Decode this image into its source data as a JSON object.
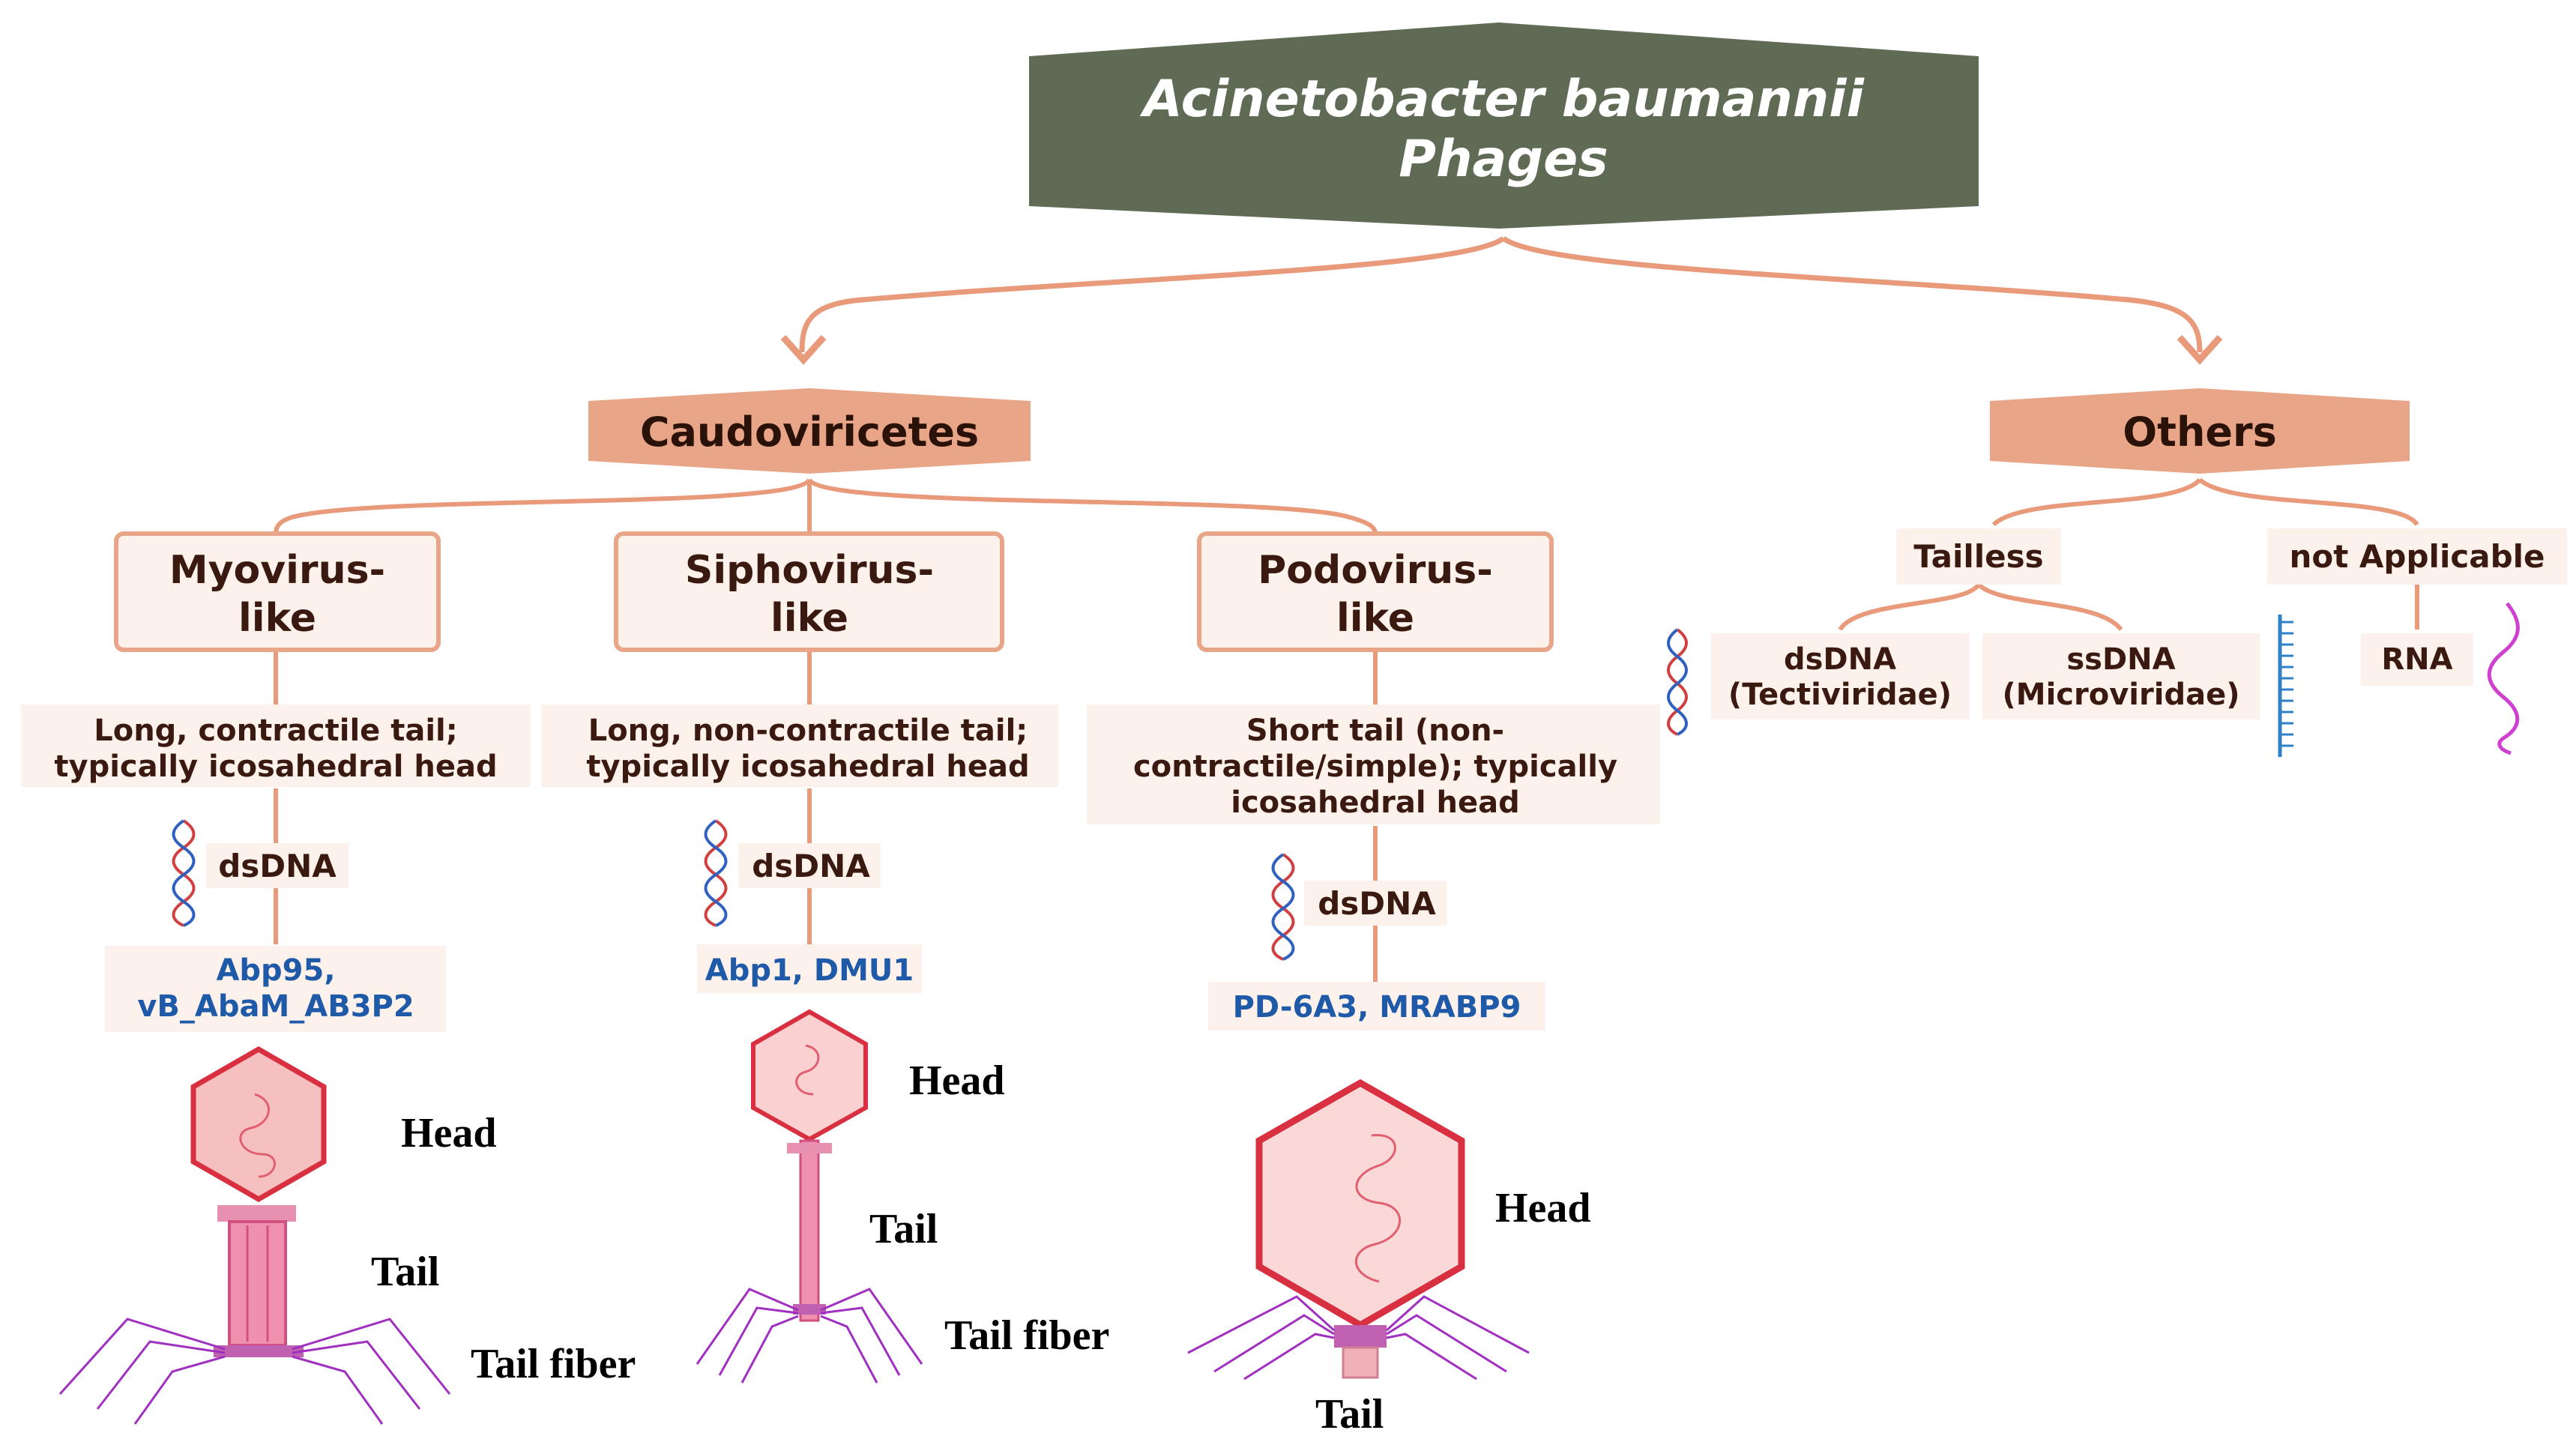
{
  "root": {
    "line1": "Acinetobacter baumannii",
    "line2": "Phages"
  },
  "branches": {
    "caudoviricetes": "Caudoviricetes",
    "others": "Others"
  },
  "myovirus": {
    "title_line1": "Myovirus-",
    "title_line2": "like",
    "desc_line1": "Long, contractile tail;",
    "desc_line2": "typically icosahedral head",
    "genome": "dsDNA",
    "examples_line1": "Abp95,",
    "examples_line2": "vB_AbaM_AB3P2",
    "label_head": "Head",
    "label_tail": "Tail",
    "label_tail_fiber": "Tail fiber"
  },
  "siphovirus": {
    "title_line1": "Siphovirus-",
    "title_line2": "like",
    "desc_line1": "Long, non-contractile tail;",
    "desc_line2": "typically icosahedral head",
    "genome": "dsDNA",
    "examples": "Abp1, DMU1",
    "label_head": "Head",
    "label_tail": "Tail",
    "label_tail_fiber": "Tail fiber"
  },
  "podovirus": {
    "title_line1": "Podovirus-",
    "title_line2": "like",
    "desc_line1": "Short tail (non-",
    "desc_line2": "contractile/simple); typically",
    "desc_line3": "icosahedral head",
    "genome": "dsDNA",
    "examples": "PD-6A3, MRABP9",
    "label_head": "Head",
    "label_tail": "Tail"
  },
  "others": {
    "tailless": "Tailless",
    "not_applicable": "not Applicable",
    "dsdna_line1": "dsDNA",
    "dsdna_line2": "(Tectiviridae)",
    "ssdna_line1": "ssDNA",
    "ssdna_line2": "(Microviridae)",
    "rna": "RNA"
  },
  "colors": {
    "root_fill": "#5f6b55",
    "branch_fill": "#e8a588",
    "connector": "#e89a7a",
    "box_fill": "#fdf1ec",
    "box_stroke": "#e8a588",
    "text_dark": "#3a1a10",
    "example_blue": "#1e5aa8",
    "phage_red": "#e0404a",
    "phage_pink": "#f08aa8",
    "fiber_purple": "#a030c0"
  }
}
